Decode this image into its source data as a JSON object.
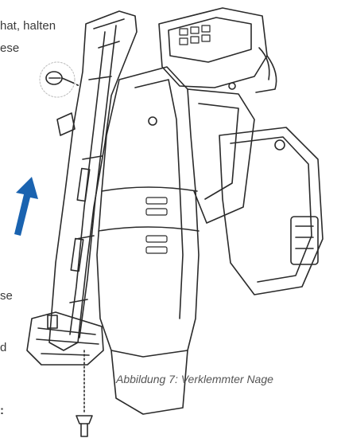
{
  "text_fragments": {
    "line1": "hat, halten",
    "line2": "ese",
    "line3": "se",
    "line4": "d",
    "colon": ":"
  },
  "figure": {
    "caption": "Abbildung 7: Verklemmter Nage"
  },
  "colors": {
    "arrow": "#1a63b0",
    "line_art": "#2a2a2a",
    "text": "#3a3a3a"
  },
  "icons": [
    "arrow-up-icon",
    "screw-icon"
  ]
}
